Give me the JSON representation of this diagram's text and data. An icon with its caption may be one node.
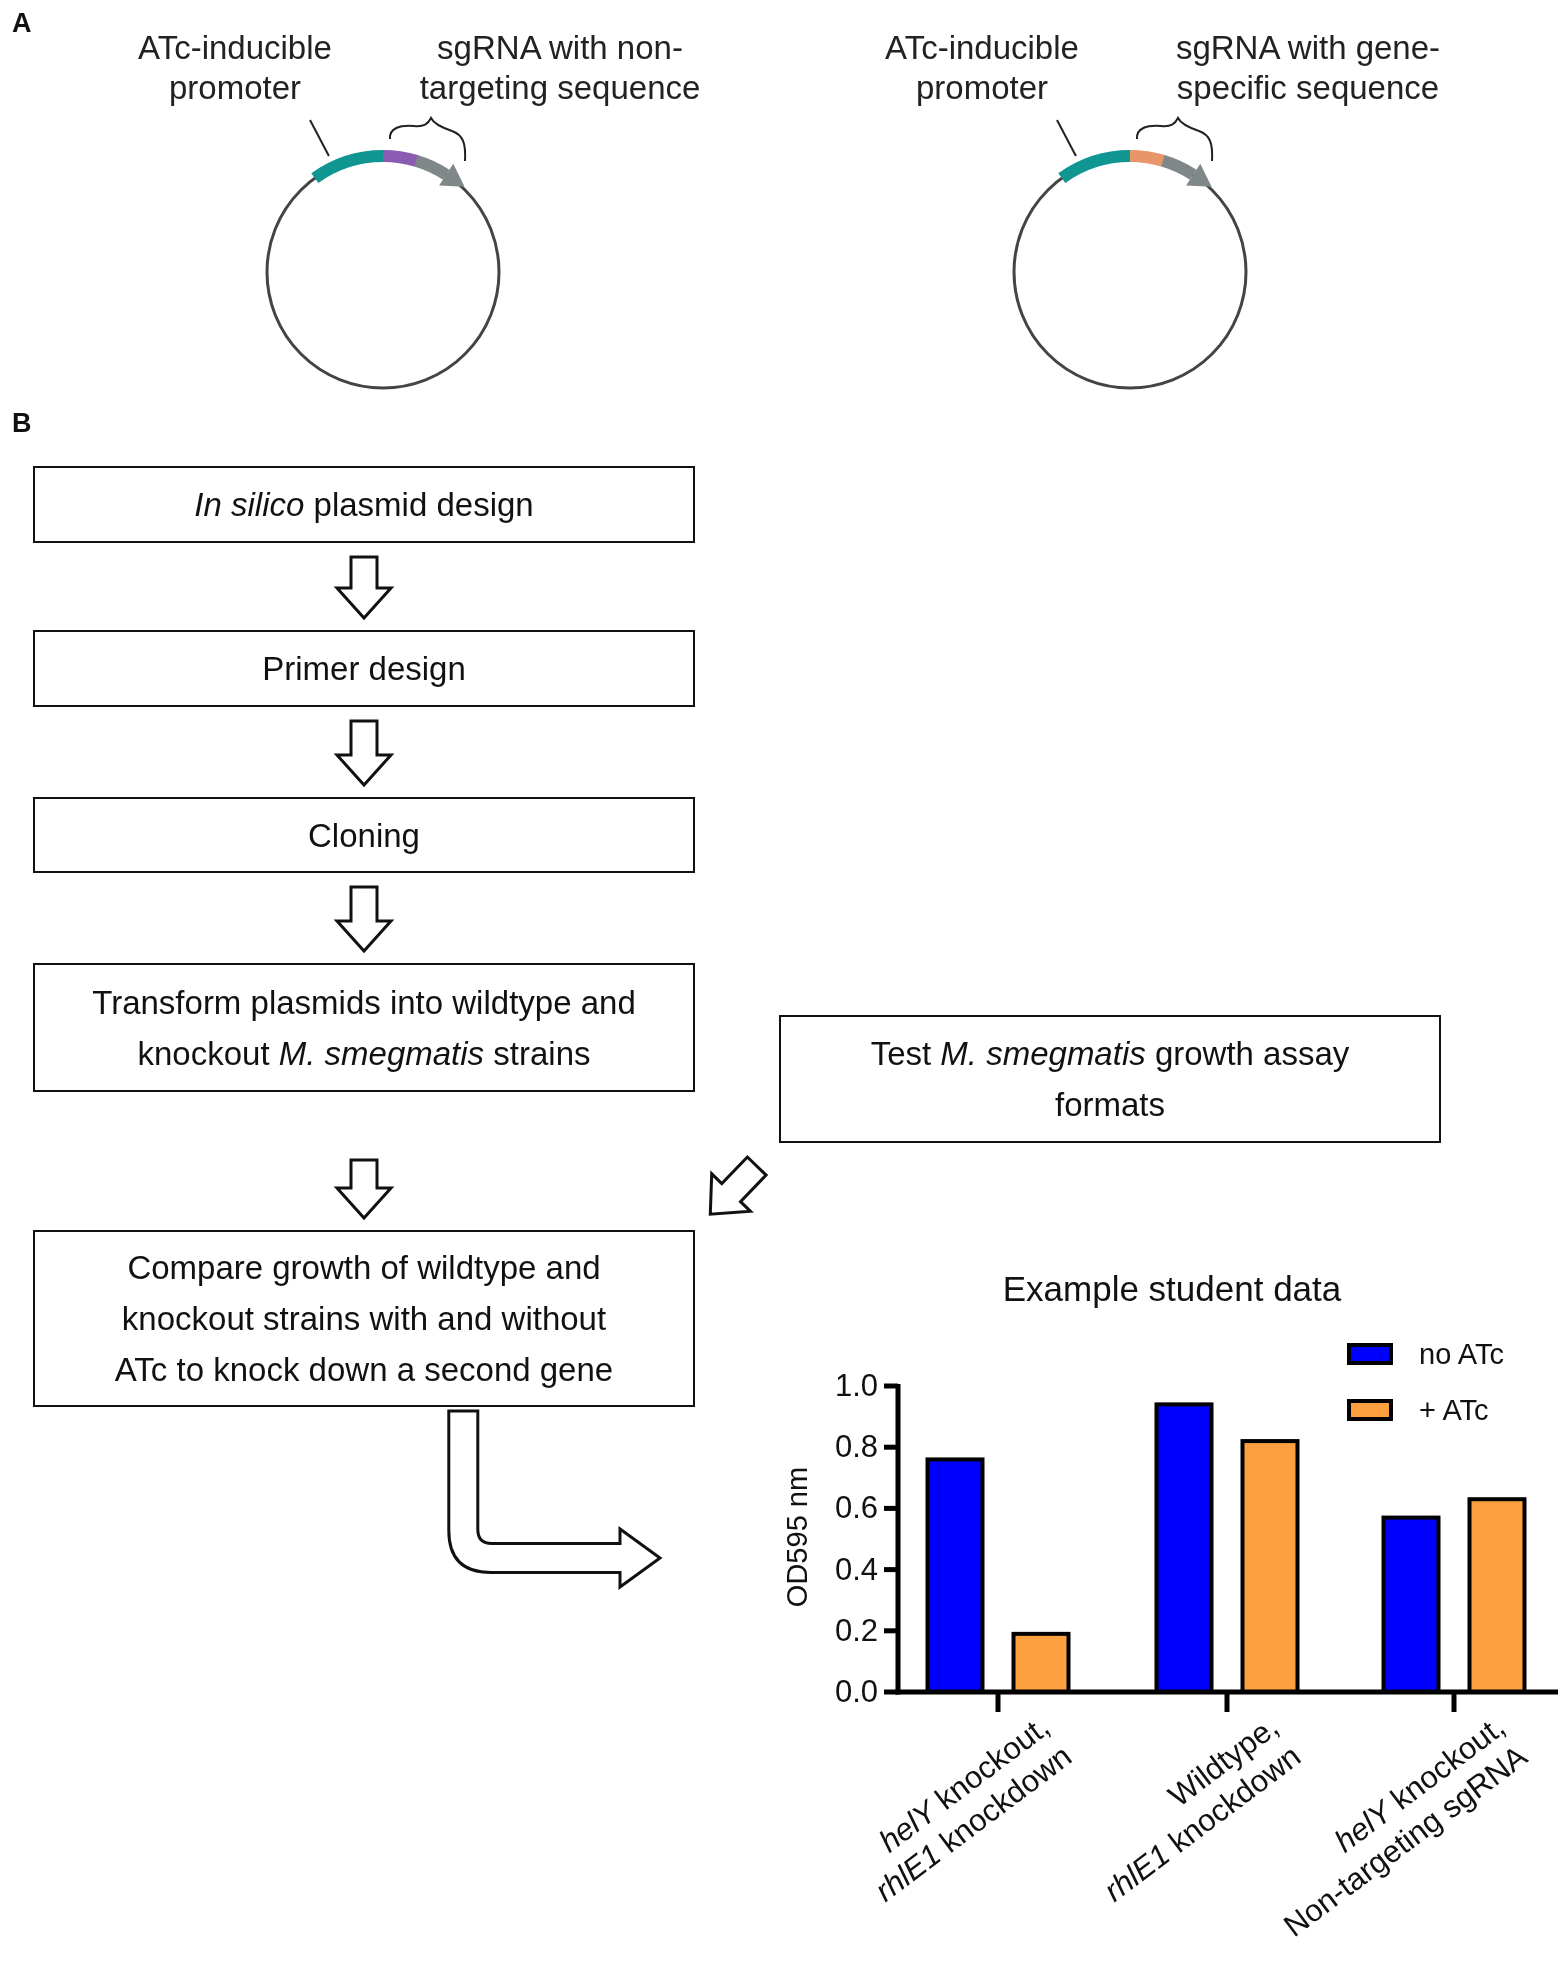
{
  "diagram": {
    "nodes": [
      {
        "text": [
          "ATc-inducible promoter"
        ]
      },
      {
        "text": [],
        "shape": "bar"
      },
      {
        "text": [
          "ATc-inducible promoter"
        ]
      },
      {
        "text": [],
        "shape": "bar"
      },
      {
        "text": [
          "*In silico* plasmid design"
        ]
      },
      {
        "text": [
          "Primer design"
        ]
      },
      {
        "text": [
          "Cloning"
        ]
      },
      {
        "text": [
          "Transform plasmids into wildtype and knockout *M. smegmatis* strains"
        ]
      },
      {
        "text": [
          "Test *M. smegmatis* growth assay formats"
        ]
      },
      {
        "text": [
          "Compare growth of wildtype and knockout strains with and without ATc to knock down a second gene"
        ]
      }
    ],
    "edges": [
      {
        "from": 0,
        "to": 1,
        "arrow": "none"
      },
      {
        "from": 2,
        "to": 3,
        "arrow": "none"
      },
      {
        "from": 4,
        "to": 5,
        "arrow": "to"
      },
      {
        "from": 5,
        "to": 6,
        "arrow": "to"
      },
      {
        "from": 6,
        "to": 7,
        "arrow": "to"
      },
      {
        "from": 7,
        "to": 9,
        "arrow": "to"
      },
      {
        "from": 8,
        "to": 9,
        "arrow": "to"
      },
      {
        "from": 9,
        "to": null,
        "arrow": "to"
      }
    ],
    "legend": [
      {
        "text": "no ATc",
        "color": "#0000ff"
      },
      {
        "text": "+ ATc",
        "color": "#ffa040"
      }
    ],
    "labels": [
      "A",
      "sgRNA with non-targeting sequence",
      "sgRNA with gene-specific sequence",
      "B"
    ],
    "chart_data": {
      "type": "bar",
      "title": "Example student data",
      "ylabel": "OD595 nm",
      "categories": [
        "*helY* knockout, *rhlE1* knockdown",
        "Wildtype, *rhlE1* knockdown",
        "*helY* knockout, Non-targeting sgRNA"
      ],
      "series": [
        {
          "color": "#0000ff",
          "values": [
            0.76,
            0.94,
            0.57
          ]
        },
        {
          "color": "#ffa040",
          "values": [
            0.19,
            0.82,
            0.63
          ]
        }
      ],
      "ylim": [
        0,
        1
      ],
      "yticks": [
        {
          "value": 0,
          "label": "0.0"
        },
        {
          "value": 0.2,
          "label": "0.2"
        },
        {
          "value": 0.4,
          "label": "0.4"
        },
        {
          "value": 0.6,
          "label": "0.6"
        },
        {
          "value": 0.8,
          "label": "0.8"
        },
        {
          "value": 1,
          "label": "1.0"
        }
      ]
    }
  }
}
